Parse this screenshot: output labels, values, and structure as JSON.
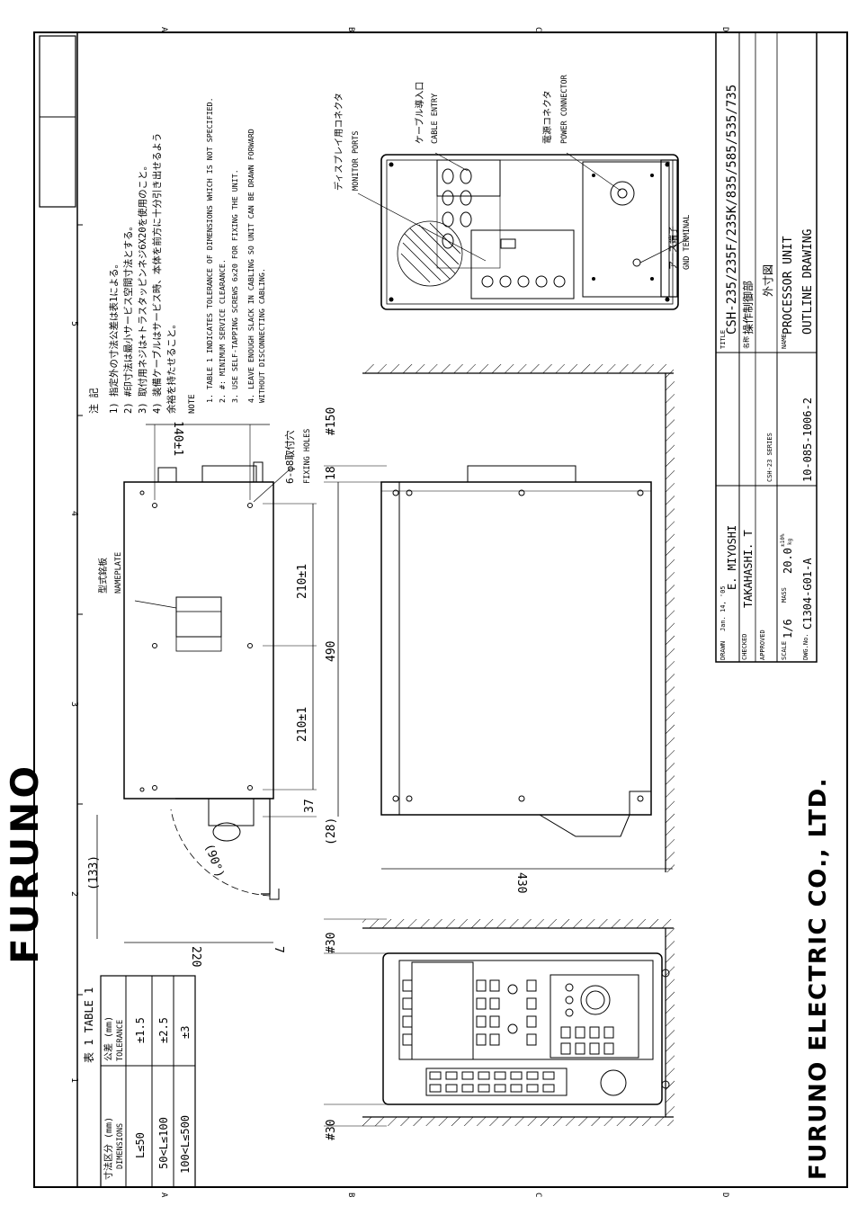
{
  "logo": "FURUNO",
  "company": "FURUNO ELECTRIC CO., LTD.",
  "border": {
    "zones_numbers": [
      "1",
      "2",
      "3",
      "4",
      "5"
    ],
    "zones_letters": [
      "A",
      "B",
      "C",
      "D"
    ]
  },
  "title_block": {
    "title_label": "TITLE",
    "title": "CSH-235/235F/235K/835/585/535/735",
    "name_jp_label": "名称",
    "name_jp": "操作制御部",
    "name_jp2": "外寸図",
    "name_label": "NAME",
    "name1": "PROCESSOR UNIT",
    "name2": "OUTLINE DRAWING",
    "drawn_label": "DRAWN",
    "drawn_date": "Jan. 14, '05",
    "drawn_by": "E. MIYOSHI",
    "checked_label": "CHECKED",
    "checked_by": "TAKAHASHI. T",
    "approved_label": "APPROVED",
    "scale_label": "SCALE",
    "scale": "1/6",
    "mass_label": "MASS",
    "mass": "20.0",
    "mass_tol": "±10%",
    "mass_unit": "kg",
    "series": "CSH-23 SERIES",
    "dwg_label": "DWG.No.",
    "dwg_no": "C1304-G01-A",
    "doc_no": "10-085-1006-2"
  },
  "table1": {
    "title": "表 1 TABLE 1",
    "col1_jp": "寸法区分 (mm)",
    "col1_en": "DIMENSIONS",
    "col2_jp": "公差 (mm)",
    "col2_en": "TOLERANCE",
    "rows": [
      {
        "dim": "L≤50",
        "tol": "±1.5"
      },
      {
        "dim": "50<L≤100",
        "tol": "±2.5"
      },
      {
        "dim": "100<L≤500",
        "tol": "±3"
      }
    ]
  },
  "notes": {
    "heading_jp": "注 記",
    "jp": [
      "1) 指定外の寸法公差は表1による。",
      "2) #印寸法は最小サービス空間寸法とする。",
      "3) 取付用ネジは+トラスタッピンネジ6X20を使用のこと。",
      "4) 装備ケーブルはサービス時、本体を前方に十分引き出せるよう",
      "   余裕を持たせること。"
    ],
    "heading_en": "NOTE",
    "en": [
      "1. TABLE 1 INDICATES TOLERANCE OF DIMENSIONS WHICH IS NOT SPECIFIED.",
      "2. #: MINIMUM SERVICE CLEARANCE.",
      "3. USE SELF-TAPPING SCREWS 6x20 FOR FIXING THE UNIT.",
      "4. LEAVE ENOUGH SLACK IN CABLING SO UNIT CAN BE DRAWN FORWARD",
      "   WITHOUT DISCONNECTING CABLING."
    ]
  },
  "labels": {
    "monitor_jp": "ディスプレイ用コネクタ",
    "monitor_en": "MONITOR PORTS",
    "cable_jp": "ケーブル導入口",
    "cable_en": "CABLE ENTRY",
    "power_jp": "電源コネクタ",
    "power_en": "POWER CONNECTOR",
    "gnd_jp": "アース端子",
    "gnd_en": "GND TERMINAL",
    "nameplate_jp": "型式銘板",
    "nameplate_en": "NAMEPLATE",
    "fixing_jp": "6-φ8取付穴",
    "fixing_en": "FIXING HOLES"
  },
  "dimensions": {
    "d140": "140±1",
    "d210a": "210±1",
    "d210b": "210±1",
    "d490": "490",
    "d37": "37",
    "d133": "(133)",
    "d90": "(90°)",
    "d220": "220",
    "d7": "7",
    "d150": "#150",
    "d18": "18",
    "d28": "(28)",
    "d430": "430",
    "d30a": "#30",
    "d30b": "#30"
  }
}
